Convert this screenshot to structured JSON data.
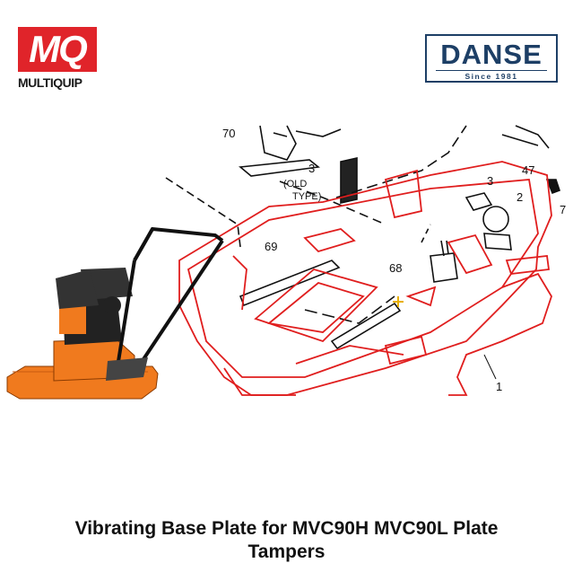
{
  "logos": {
    "mq_mark": "MQ",
    "mq_name": "MULTIQUIP",
    "danse_name": "DANSE",
    "danse_since": "Since 1981"
  },
  "diagram": {
    "part_labels": [
      "70",
      "3",
      "(OLD",
      "TYPE)",
      "47",
      "3",
      "2",
      "7",
      "69",
      "68",
      "1"
    ],
    "colors": {
      "parts_outline": "#e01e1e",
      "line_art": "#111111",
      "tamper_body": "#f07a1e"
    }
  },
  "caption": {
    "line1": "Vibrating Base Plate for MVC90H MVC90L Plate",
    "line2": "Tampers"
  }
}
